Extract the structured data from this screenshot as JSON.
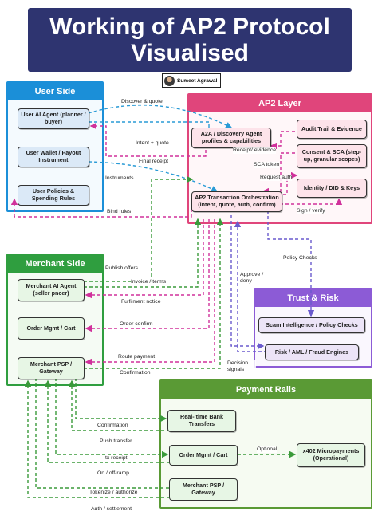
{
  "title": {
    "line1": "Working of AP2 Protocol",
    "line2": "Visualised"
  },
  "author": "Sumeet Agrawal",
  "colors": {
    "title_bg": "#2e3470",
    "user": "#1b8fd8",
    "ap2": "#e0457b",
    "merchant": "#2f9e3f",
    "trust": "#8c5bd6",
    "payment": "#5a9a35",
    "blue_arrow": "#2a9bd6",
    "pink_arrow": "#d0319b",
    "green_arrow": "#3a9a3a",
    "purple_arrow": "#6a5acd"
  },
  "panels": {
    "user": {
      "title": "User Side"
    },
    "ap2": {
      "title": "AP2 Layer"
    },
    "merchant": {
      "title": "Merchant Side"
    },
    "trust": {
      "title": "Trust & Risk"
    },
    "payment": {
      "title": "Payment Rails"
    }
  },
  "nodes": {
    "user_agent": "User AI Agent (planner / buyer)",
    "user_wallet": "User Wallet / Payout Instrument",
    "user_policies": "User Policies & Spending Rules",
    "a2a": "A2A / Discovery Agent profiles & capabilities",
    "orchestration": "AP2 Transaction Orchestration (intent, quote, auth, confirm)",
    "audit": "Audit Trail & Evidence",
    "consent": "Consent & SCA (step-up, granular scopes)",
    "identity": "Identity / DID & Keys",
    "merchant_agent": "Merchant AI Agent (seller pncer)",
    "order_mgmt": "Order Mgmt / Cart",
    "merchant_psp": "Merchant PSP / Gateway",
    "scam_intel": "Scam Intelligence / Policy Checks",
    "risk_aml": "Risk / AML / Fraud Engines",
    "bank_transfers": "Real- time Bank Transfers",
    "rail_order_mgmt": "Order Mgmt / Cart",
    "micropayments": "x402 Micropayments (Operational)",
    "rail_psp": "Merchant PSP / Gateway"
  },
  "edge_labels": {
    "discover_quote": "Discover & quote",
    "intent_quote": "Intent + quote",
    "final_receipt": "Final receipt",
    "instruments": "Instruments",
    "bind_rules": "Bind rules",
    "receipt_evidence": "Receipt/ evidence",
    "sca_token": "SCA token",
    "request_auth": "Request auth",
    "sign_verify": "Sign / verify",
    "policy_checks": "Policy Checks",
    "approve_deny": "Approve / deny",
    "decision_signals": "Decision signals",
    "publish_offers": "Publish offers",
    "invoice_terms": "Invoice / terms",
    "fulfilment_notice": "Fulfilment notice",
    "order_confirm": "Order confirm",
    "route_payment": "Route payment",
    "confirmation_1": "Confirmation",
    "confirmation_2": "Confirmation",
    "push_transfer": "Push transfer",
    "optional": "Optional",
    "tx_receipt": "tx receipt",
    "on_off_ramp": "On / off-ramp",
    "tokenize_authorize": "Tokenize / authorize",
    "auth_settlement": "Auth / settlement"
  }
}
